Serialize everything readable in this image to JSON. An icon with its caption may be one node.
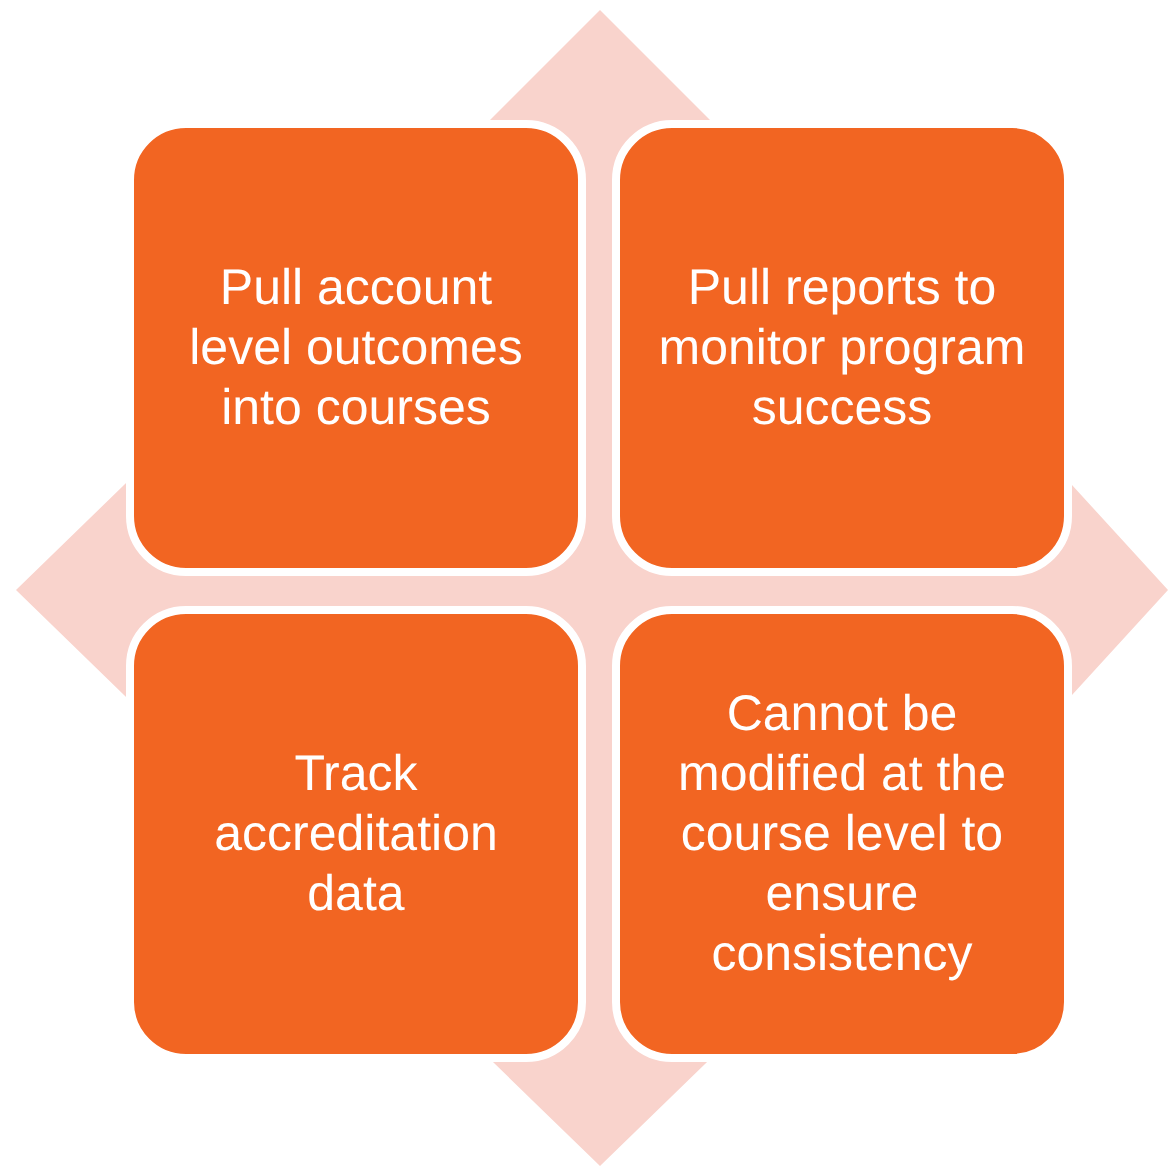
{
  "diagram": {
    "nodes": [
      {
        "text": [
          "Pull account level outcomes into courses"
        ]
      },
      {
        "text": [
          "Pull reports to monitor program success"
        ]
      },
      {
        "text": [
          "Track accreditation data"
        ]
      },
      {
        "text": [
          "Cannot be modified at the course level to ensure consistency"
        ]
      }
    ]
  }
}
